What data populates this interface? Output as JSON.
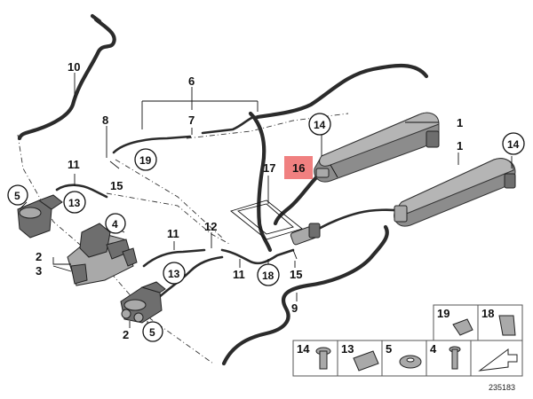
{
  "callouts": {
    "c1a": "1",
    "c1b": "1",
    "c2a": "2",
    "c2b": "2",
    "c3": "3",
    "c4": "4",
    "c5a": "5",
    "c5b": "5",
    "c6": "6",
    "c7": "7",
    "c8": "8",
    "c9": "9",
    "c10": "10",
    "c11a": "11",
    "c11b": "11",
    "c11c": "11",
    "c12": "12",
    "c13a": "13",
    "c13b": "13",
    "c14a": "14",
    "c14b": "14",
    "c15a": "15",
    "c15b": "15",
    "c16": "16",
    "c17": "17",
    "c18": "18",
    "c19": "19"
  },
  "highlight_color": "#f08080",
  "legend": {
    "top": [
      "19",
      "18"
    ],
    "bottom": [
      "14",
      "13",
      "5",
      "4"
    ]
  },
  "diagram_number": "235183"
}
